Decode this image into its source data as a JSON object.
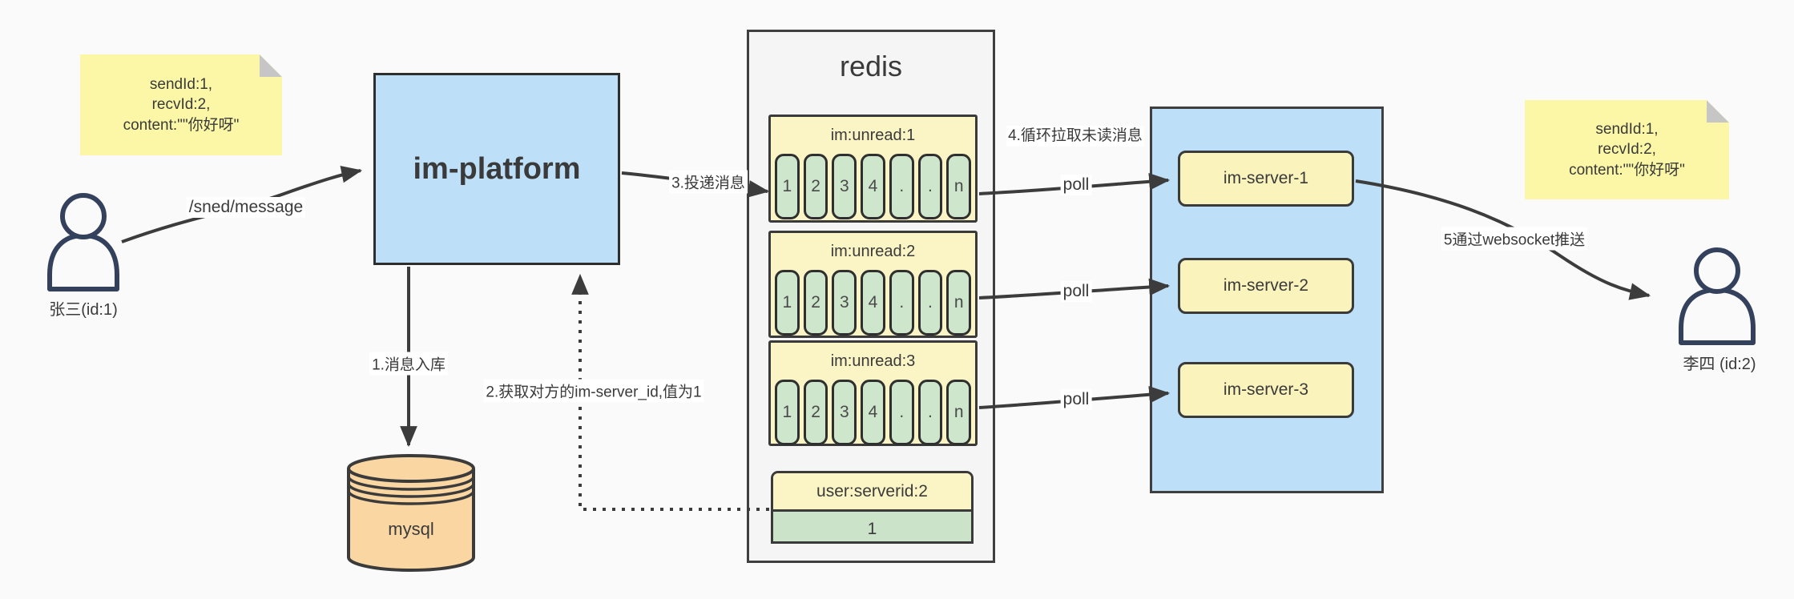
{
  "notes": {
    "left": {
      "lines": [
        "sendId:1,",
        "recvId:2,",
        "content:\"\"你好呀\""
      ]
    },
    "right": {
      "lines": [
        "sendId:1,",
        "recvId:2,",
        "content:\"\"你好呀\""
      ]
    }
  },
  "actors": {
    "sender": {
      "label": "张三(id:1)"
    },
    "receiver": {
      "label": "李四 (id:2)"
    }
  },
  "platform": {
    "label": "im-platform"
  },
  "mysql": {
    "label": "mysql"
  },
  "redis": {
    "title": "redis",
    "queues": [
      {
        "name": "im:unread:1",
        "cells": [
          "1",
          "2",
          "3",
          "4",
          ".",
          ".",
          "n"
        ]
      },
      {
        "name": "im:unread:2",
        "cells": [
          "1",
          "2",
          "3",
          "4",
          ".",
          ".",
          "n"
        ]
      },
      {
        "name": "im:unread:3",
        "cells": [
          "1",
          "2",
          "3",
          "4",
          ".",
          ".",
          "n"
        ]
      }
    ],
    "mapping": {
      "name": "user:serverid:2",
      "value": "1"
    }
  },
  "servers": {
    "items": [
      {
        "label": "im-server-1"
      },
      {
        "label": "im-server-2"
      },
      {
        "label": "im-server-3"
      }
    ]
  },
  "edges": {
    "send": "/sned/message",
    "step1": "1.消息入库",
    "step2": "2.获取对方的im-server_id,值为1",
    "step3": "3.投递消息",
    "step4": "4.循环拉取未读消息",
    "step5": "5通过websocket推送",
    "poll": "poll"
  },
  "colors": {
    "background": "#fafafa",
    "box_blue": "#bddff7",
    "note_yellow": "#fbf7a6",
    "group_yellow": "#fbf5c5",
    "server_yellow": "#fbf3bc",
    "cell_green": "#cde6cc",
    "mysql_orange": "#fad7a2",
    "container_gray": "#f5f5f5",
    "line_dark": "#3c3c3c",
    "person_navy": "#33415c"
  }
}
